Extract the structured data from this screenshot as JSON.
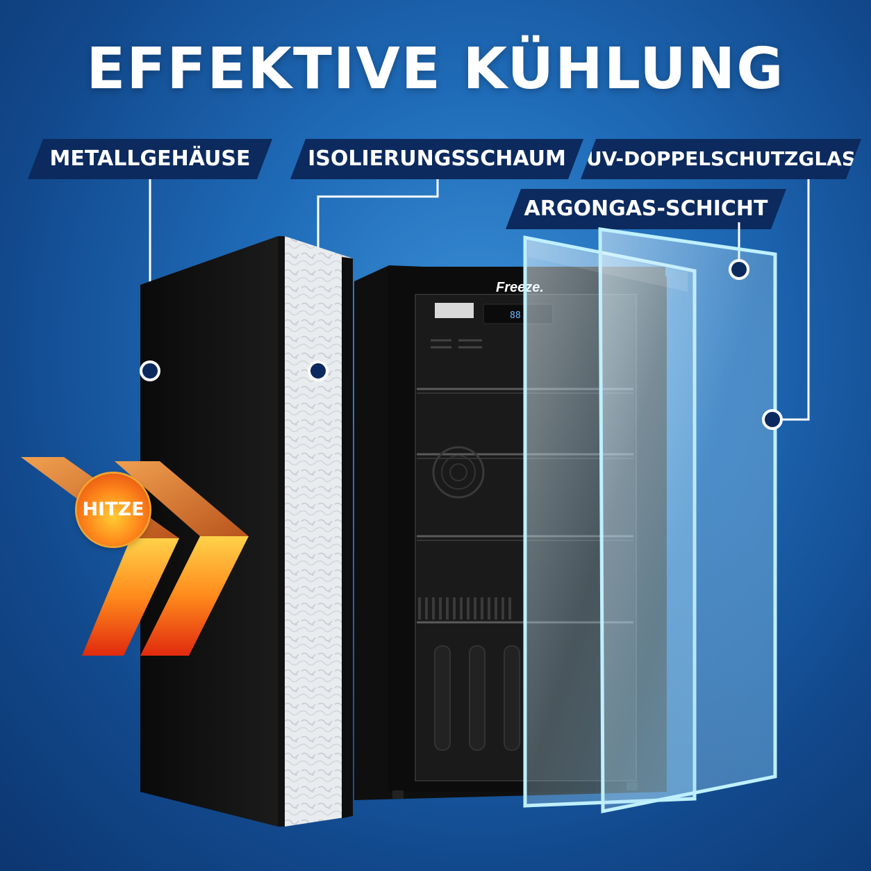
{
  "title": "EFFEKTIVE KÜHLUNG",
  "callouts": {
    "metal": "METALLGEHÄUSE",
    "insulation": "ISOLIERUNGSSCHAUM",
    "uv_glass": "UV-DOPPELSCHUTZGLAS",
    "argon": "ARGONGAS-SCHICHT"
  },
  "heat_badge": "HITZE",
  "fridge": {
    "brand": "Freeze.",
    "display": "88"
  },
  "colors": {
    "background": "#1f6bb8",
    "label_bg": "#0c2a5e",
    "heat_orange": "#ff8a1c"
  }
}
